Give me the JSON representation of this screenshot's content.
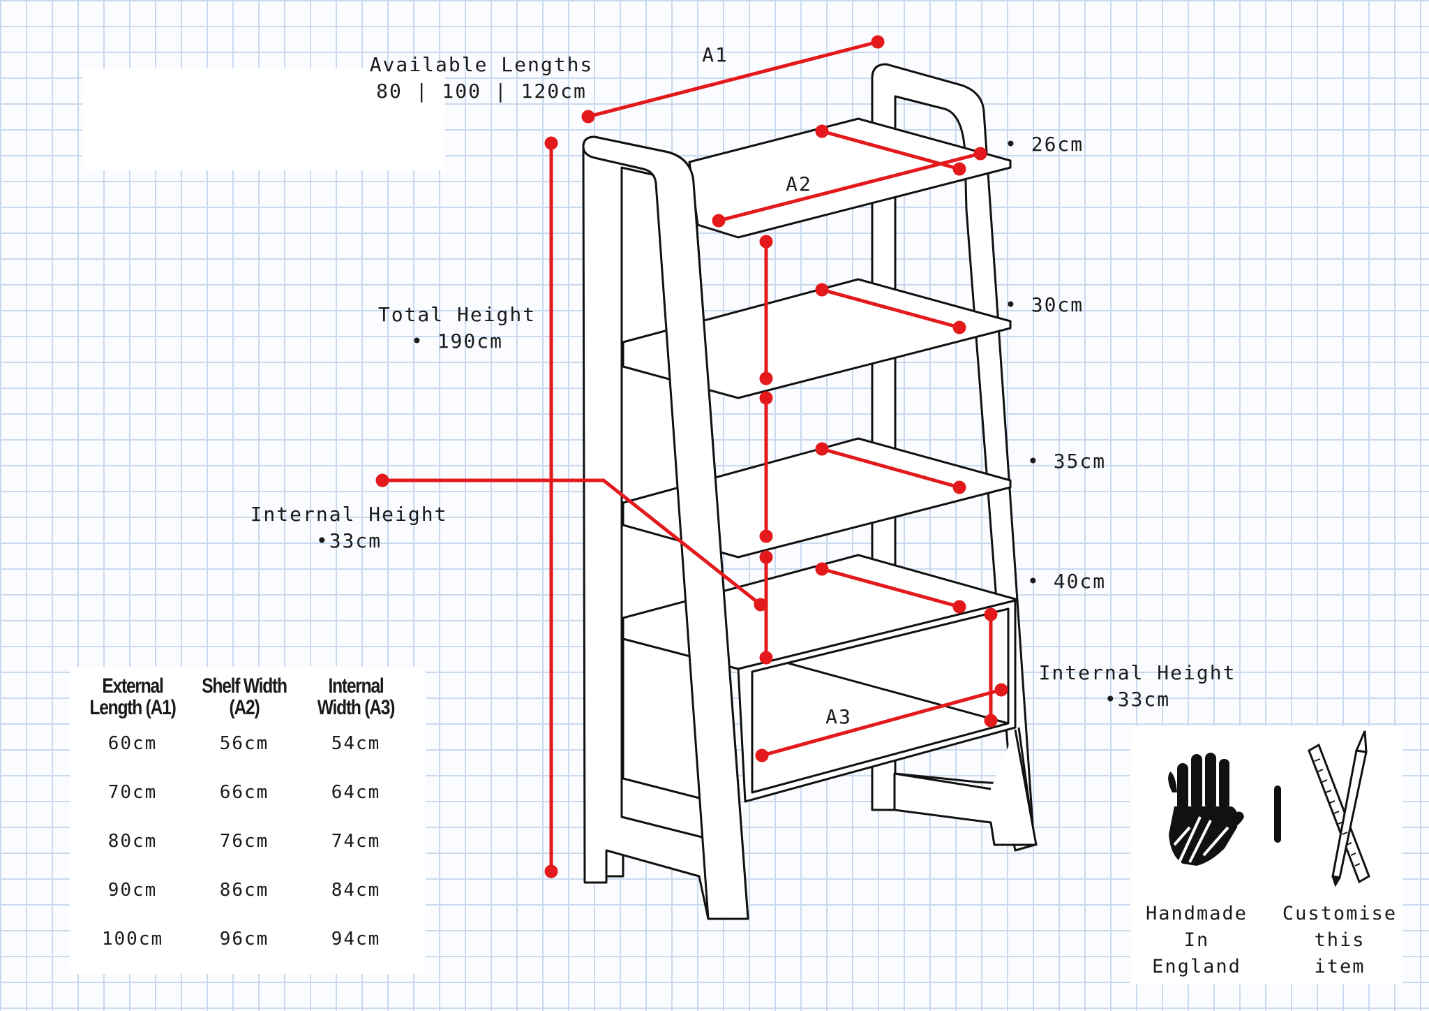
{
  "labels": {
    "available": {
      "title": "Available Lengths",
      "values": "80 | 100 | 120cm"
    },
    "a1": "A1",
    "a2": "A2",
    "a3": "A3",
    "total_height": {
      "title": "Total Height",
      "value": "• 190cm"
    },
    "internal_height_left": {
      "title": "Internal Height",
      "value": "•33cm"
    },
    "internal_height_right": {
      "title": "Internal Height",
      "value": "•33cm"
    },
    "shelf_heights": [
      "• 26cm",
      "• 30cm",
      "• 35cm",
      "• 40cm"
    ]
  },
  "table": {
    "headers": [
      [
        "External",
        "Length (A1)"
      ],
      [
        "Shelf Width",
        "(A2)"
      ],
      [
        "Internal",
        "Width (A3)"
      ]
    ],
    "rows": [
      [
        "60cm",
        "56cm",
        "54cm"
      ],
      [
        "70cm",
        "66cm",
        "64cm"
      ],
      [
        "80cm",
        "76cm",
        "74cm"
      ],
      [
        "90cm",
        "86cm",
        "84cm"
      ],
      [
        "100cm",
        "96cm",
        "94cm"
      ]
    ]
  },
  "badges": {
    "handmade": [
      "Handmade",
      "In",
      "England"
    ],
    "customise": [
      "Customise",
      "this",
      "item"
    ],
    "handmade_icon": "hand-icon",
    "customise_icon": "ruler-pencil-icon"
  },
  "colors": {
    "dimension": "#e3191c",
    "outline": "#111111",
    "grid": "#c9d9ee"
  }
}
